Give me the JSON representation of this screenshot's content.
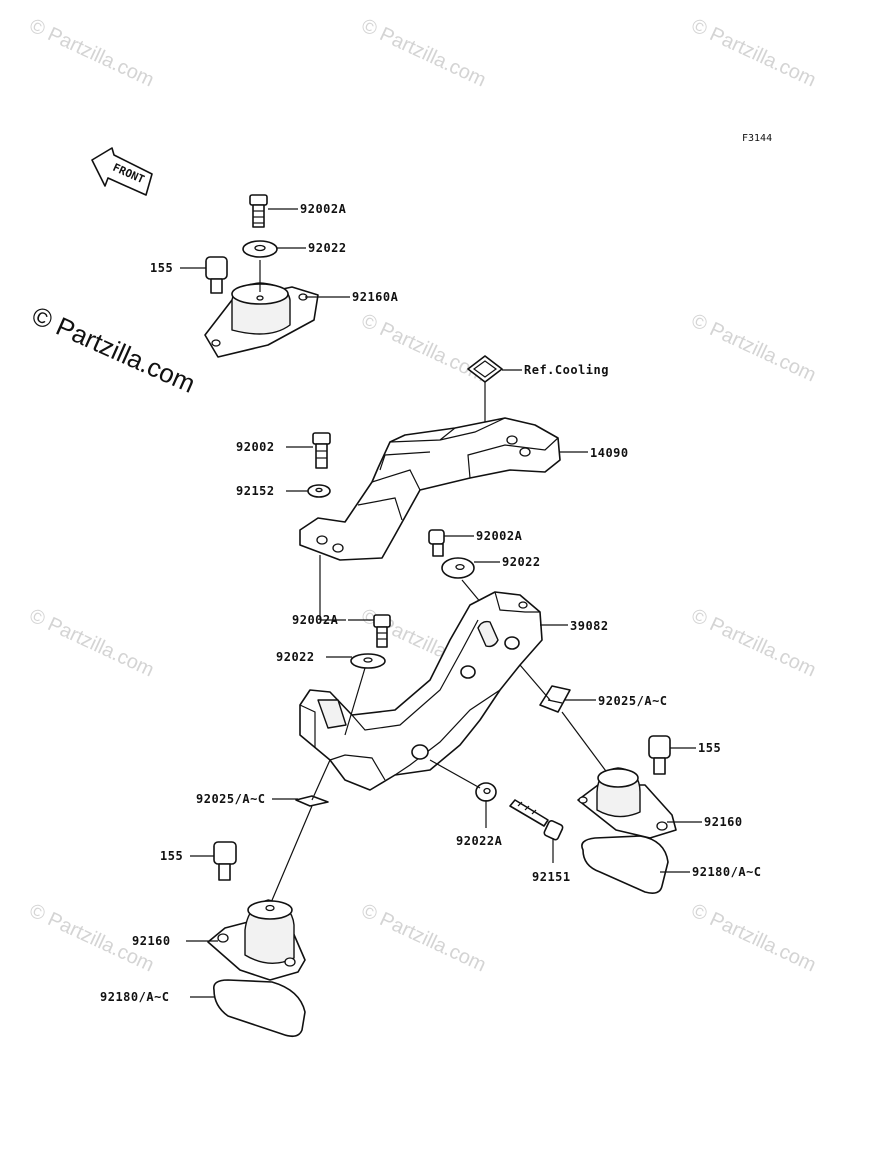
{
  "figure": {
    "code": "F3144"
  },
  "front_indicator": {
    "text": "FRONT"
  },
  "copyright": {
    "text": "© Partzilla.com"
  },
  "watermarks": [
    "© Partzilla.com",
    "© Partzilla.com",
    "© Partzilla.com",
    "© Partzilla.com",
    "© Partzilla.com",
    "© Partzilla.com",
    "© Partzilla.com",
    "© Partzilla.com",
    "© Partzilla.com",
    "© Partzilla.com",
    "© Partzilla.com"
  ],
  "callouts": [
    "92002A",
    "92022",
    "155",
    "92160A",
    "Ref.Cooling",
    "14090",
    "92002",
    "92152",
    "92002A",
    "92022",
    "92002A",
    "39082",
    "92022",
    "92025/A~C",
    "155",
    "92025/A~C",
    "92160",
    "92022A",
    "92151",
    "155",
    "92180/A~C",
    "92160",
    "92180/A~C"
  ]
}
